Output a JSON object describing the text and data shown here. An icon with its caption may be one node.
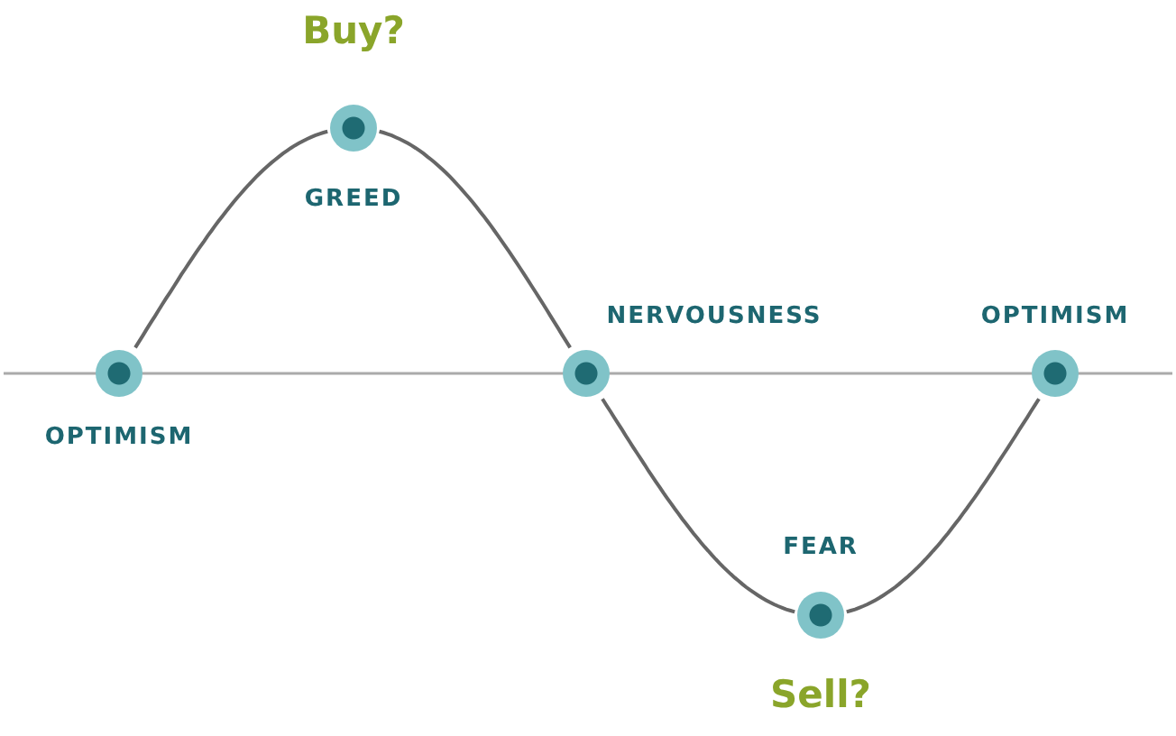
{
  "diagram": {
    "nodes": [
      {
        "text": [],
        "shape": "circle",
        "beside": [
          "OPTIMISM"
        ]
      },
      {
        "text": [],
        "shape": "circle",
        "beside": [
          "GREED"
        ]
      },
      {
        "text": [],
        "shape": "circle",
        "beside": [
          "NERVOUSNESS"
        ]
      },
      {
        "text": [],
        "shape": "circle",
        "beside": [
          "FEAR"
        ]
      },
      {
        "text": [],
        "shape": "circle",
        "beside": [
          "OPTIMISM"
        ]
      }
    ],
    "edges": [
      {
        "from": 0,
        "to": 1,
        "arrow": "none"
      },
      {
        "from": 1,
        "to": 2,
        "arrow": "none"
      },
      {
        "from": 2,
        "to": 3,
        "arrow": "none"
      },
      {
        "from": 3,
        "to": 4,
        "arrow": "none"
      }
    ],
    "labels": [
      "Buy?",
      "Sell?"
    ]
  }
}
